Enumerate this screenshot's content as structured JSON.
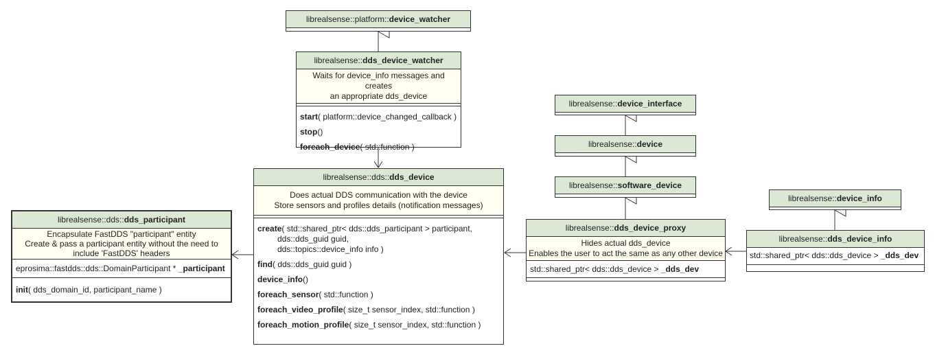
{
  "classes": {
    "platform_device_watcher": {
      "ns": "librealsense::platform::",
      "name": "device_watcher"
    },
    "dds_device_watcher": {
      "ns": "librealsense::",
      "name": "dds_device_watcher",
      "desc": [
        "Waits for device_info messages and creates",
        "an appropriate dds_device"
      ],
      "methods": [
        {
          "name": "start",
          "args": "( platform::device_changed_callback )"
        },
        {
          "name": "stop",
          "args": "()"
        },
        {
          "name": "foreach_device",
          "args": "( std::function )"
        }
      ]
    },
    "dds_device": {
      "ns": "librealsense::dds::",
      "name": "dds_device",
      "desc": [
        "Does actual DDS communication with the device",
        "Store sensors and profiles details (notification messages)"
      ],
      "create": {
        "name": "create",
        "args": "( std::shared_ptr< dds::dds_participant > participant,",
        "cont": [
          "dds::dds_guid guid,",
          "dds::topics::device_info info )"
        ]
      },
      "methods": [
        {
          "name": "find",
          "args": "( dds::dds_guid guid )"
        },
        {
          "name": "device_info",
          "args": "()"
        },
        {
          "name": "foreach_sensor",
          "args": "( std::function )"
        },
        {
          "name": "foreach_video_profile",
          "args": "( size_t sensor_index, std::function )"
        },
        {
          "name": "foreach_motion_profile",
          "args": "( size_t sensor_index, std::function )"
        }
      ]
    },
    "dds_participant": {
      "ns": "librealsense::dds::",
      "name": "dds_participant",
      "desc": [
        "Encapsulate FastDDS \"participant\" entity",
        "Create & pass a participant entity without the need to",
        "include 'FastDDS' headers"
      ],
      "field_type": "eprosima::fastdds::dds::DomainParticipant * ",
      "field_name": "_participant",
      "methods": [
        {
          "name": "init",
          "args": "( dds_domain_id, participant_name )"
        }
      ]
    },
    "device_interface": {
      "ns": "librealsense::",
      "name": "device_interface"
    },
    "device": {
      "ns": "librealsense::",
      "name": "device"
    },
    "software_device": {
      "ns": "librealsense::",
      "name": "software_device"
    },
    "dds_device_proxy": {
      "ns": "librealsense::",
      "name": "dds_device_proxy",
      "desc": [
        "Hides actual dds_device",
        "Enables the user to act the same as any other device"
      ],
      "field_type": "std::shared_ptr< dds::dds_device > ",
      "field_name": "_dds_dev"
    },
    "device_info": {
      "ns": "librealsense::",
      "name": "device_info"
    },
    "dds_device_info": {
      "ns": "librealsense::",
      "name": "dds_device_info",
      "field_type": "std::shared_ptr< dds::dds_device > ",
      "field_name": "_dds_dev"
    }
  }
}
